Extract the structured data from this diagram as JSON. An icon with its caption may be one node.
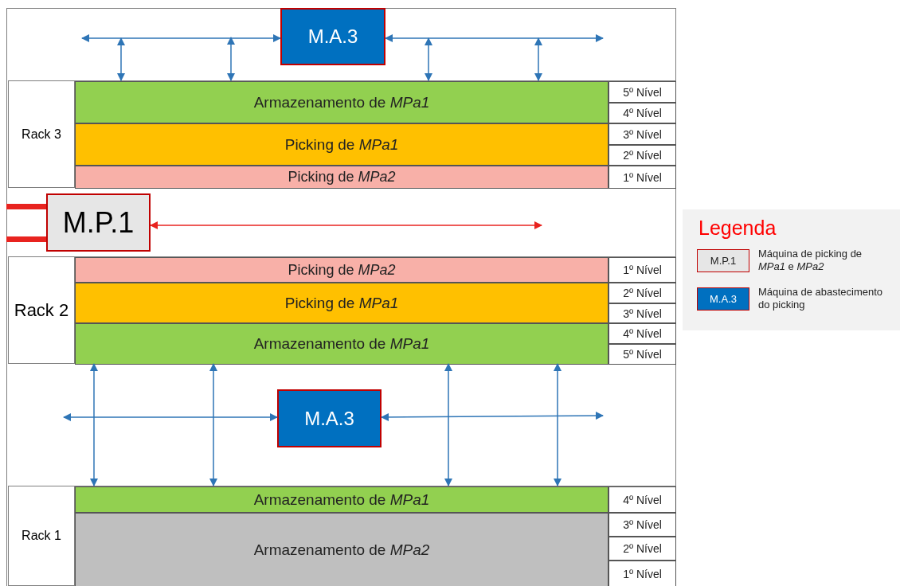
{
  "diagram": {
    "nodes": [
      {
        "text": [
          "M.A.3"
        ]
      },
      {
        "text": [
          "Rack 3"
        ]
      },
      {
        "text": [
          "Armazenamento de *MPa1*"
        ],
        "in": 1
      },
      {
        "text": [
          "Picking de *MPa1*"
        ],
        "in": 1
      },
      {
        "text": [
          "Picking de *MPa2*"
        ],
        "in": 1
      },
      {
        "text": [
          "5º Nível"
        ],
        "in": 1
      },
      {
        "text": [
          "4º Nível"
        ],
        "in": 1
      },
      {
        "text": [
          "3º Nível"
        ],
        "in": 1
      },
      {
        "text": [
          "2º Nível"
        ],
        "in": 1
      },
      {
        "text": [
          "1º Nível"
        ],
        "in": 1
      },
      {
        "text": [
          "M.P.1"
        ]
      },
      {
        "text": [
          "Rack 2"
        ]
      },
      {
        "text": [
          "Picking de *MPa2*"
        ],
        "in": 11
      },
      {
        "text": [
          "Picking de *MPa1*"
        ],
        "in": 11
      },
      {
        "text": [
          "Armazenamento de *MPa1*"
        ],
        "in": 11
      },
      {
        "text": [
          "1º Nível"
        ],
        "in": 11
      },
      {
        "text": [
          "2º Nível"
        ],
        "in": 11
      },
      {
        "text": [
          "3º Nível"
        ],
        "in": 11
      },
      {
        "text": [
          "4º Nível"
        ],
        "in": 11
      },
      {
        "text": [
          "5º Nível"
        ],
        "in": 11
      },
      {
        "text": [
          "M.A.3"
        ]
      },
      {
        "text": [
          "Rack 1"
        ]
      },
      {
        "text": [
          "Armazenamento de *MPa1*"
        ],
        "in": 21
      },
      {
        "text": [
          "Armazenamento de *MPa2*"
        ],
        "in": 21
      },
      {
        "text": [
          "4º Nível"
        ],
        "in": 21
      },
      {
        "text": [
          "3º Nível"
        ],
        "in": 21
      },
      {
        "text": [
          "2º Nível"
        ],
        "in": 21
      },
      {
        "text": [
          "1º Nível"
        ],
        "in": 21
      }
    ],
    "edges": [
      {
        "from": 0,
        "to": null,
        "arrow": "both"
      },
      {
        "from": 0,
        "to": null,
        "arrow": "both"
      },
      {
        "from": null,
        "to": 2,
        "arrow": "both"
      },
      {
        "from": null,
        "to": 2,
        "arrow": "both"
      },
      {
        "from": null,
        "to": 2,
        "arrow": "both"
      },
      {
        "from": null,
        "to": 2,
        "arrow": "both"
      },
      {
        "from": 10,
        "to": null,
        "arrow": "both",
        "color": "#e8231f"
      },
      {
        "from": 20,
        "to": null,
        "arrow": "both"
      },
      {
        "from": 20,
        "to": null,
        "arrow": "both"
      },
      {
        "from": 14,
        "to": 22,
        "arrow": "both"
      },
      {
        "from": 14,
        "to": 22,
        "arrow": "both"
      },
      {
        "from": 14,
        "to": 22,
        "arrow": "both"
      },
      {
        "from": 14,
        "to": 22,
        "arrow": "both"
      }
    ],
    "labels": [
      "Legenda",
      "M.P.1",
      "M.A.3"
    ],
    "legend": [
      {
        "text": "Máquina de picking de *MPa1* e *MPa2*"
      },
      {
        "text": "Máquina de abastecimento do picking"
      }
    ]
  }
}
